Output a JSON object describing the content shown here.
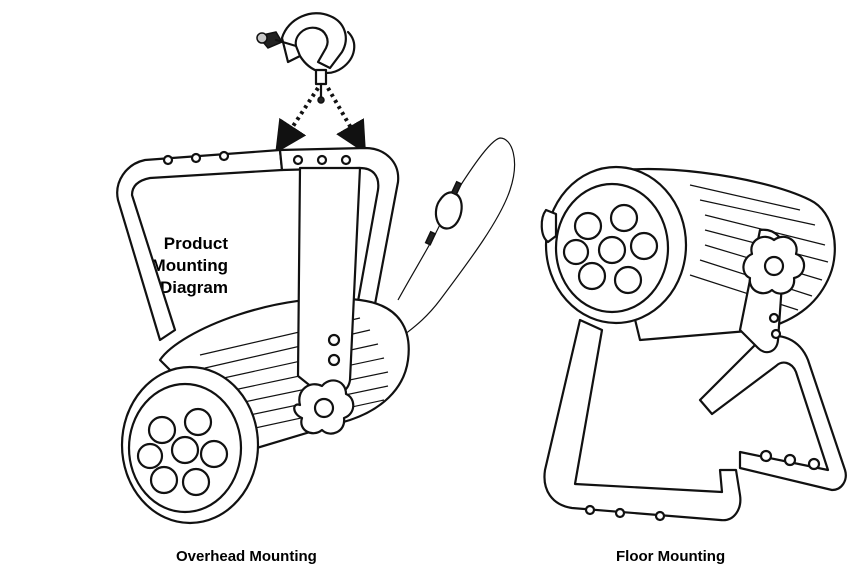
{
  "title_lines": [
    "Product",
    "Mounting",
    "Diagram"
  ],
  "captions": {
    "overhead": "Overhead Mounting",
    "floor": "Floor Mounting"
  }
}
